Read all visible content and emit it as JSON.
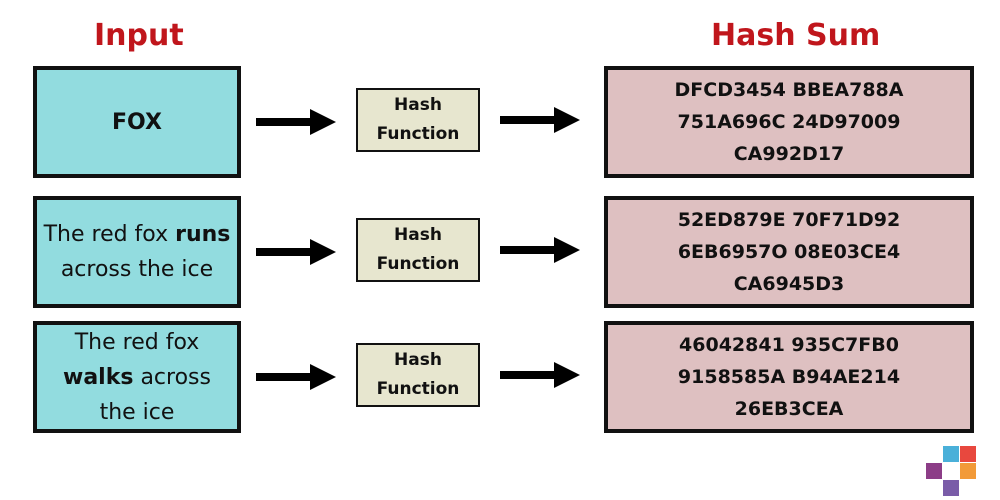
{
  "headings": {
    "input": "Input",
    "hash_sum": "Hash Sum"
  },
  "rows": [
    {
      "input": {
        "lines": [
          [
            {
              "text": "FOX",
              "bold": true
            }
          ]
        ]
      },
      "function": [
        "Hash",
        "Function"
      ],
      "hash": [
        "DFCD3454 BBEA788A",
        "751A696C 24D97009",
        "CA992D17"
      ]
    },
    {
      "input": {
        "lines": [
          [
            {
              "text": "The red fox ",
              "bold": false
            },
            {
              "text": "runs",
              "bold": true
            }
          ],
          [
            {
              "text": "across the ice",
              "bold": false
            }
          ]
        ]
      },
      "function": [
        "Hash",
        "Function"
      ],
      "hash": [
        "52ED879E 70F71D92",
        "6EB6957O 08E03CE4",
        "CA6945D3"
      ]
    },
    {
      "input": {
        "lines": [
          [
            {
              "text": "The red fox",
              "bold": false
            }
          ],
          [
            {
              "text": "walks",
              "bold": true
            },
            {
              "text": " across",
              "bold": false
            }
          ],
          [
            {
              "text": "the ice",
              "bold": false
            }
          ]
        ]
      },
      "function": [
        "Hash",
        "Function"
      ],
      "hash": [
        "46042841 935C7FB0",
        "9158585A B94AE214",
        "26EB3CEA"
      ]
    }
  ],
  "colors": {
    "heading": "#c0161c",
    "input_fill": "#92dcdf",
    "function_fill": "#e7e6cf",
    "hash_fill": "#dec0c1",
    "outline": "#111111"
  },
  "icons": {
    "arrow": "right-arrow-icon",
    "logo": "logo-icon"
  }
}
